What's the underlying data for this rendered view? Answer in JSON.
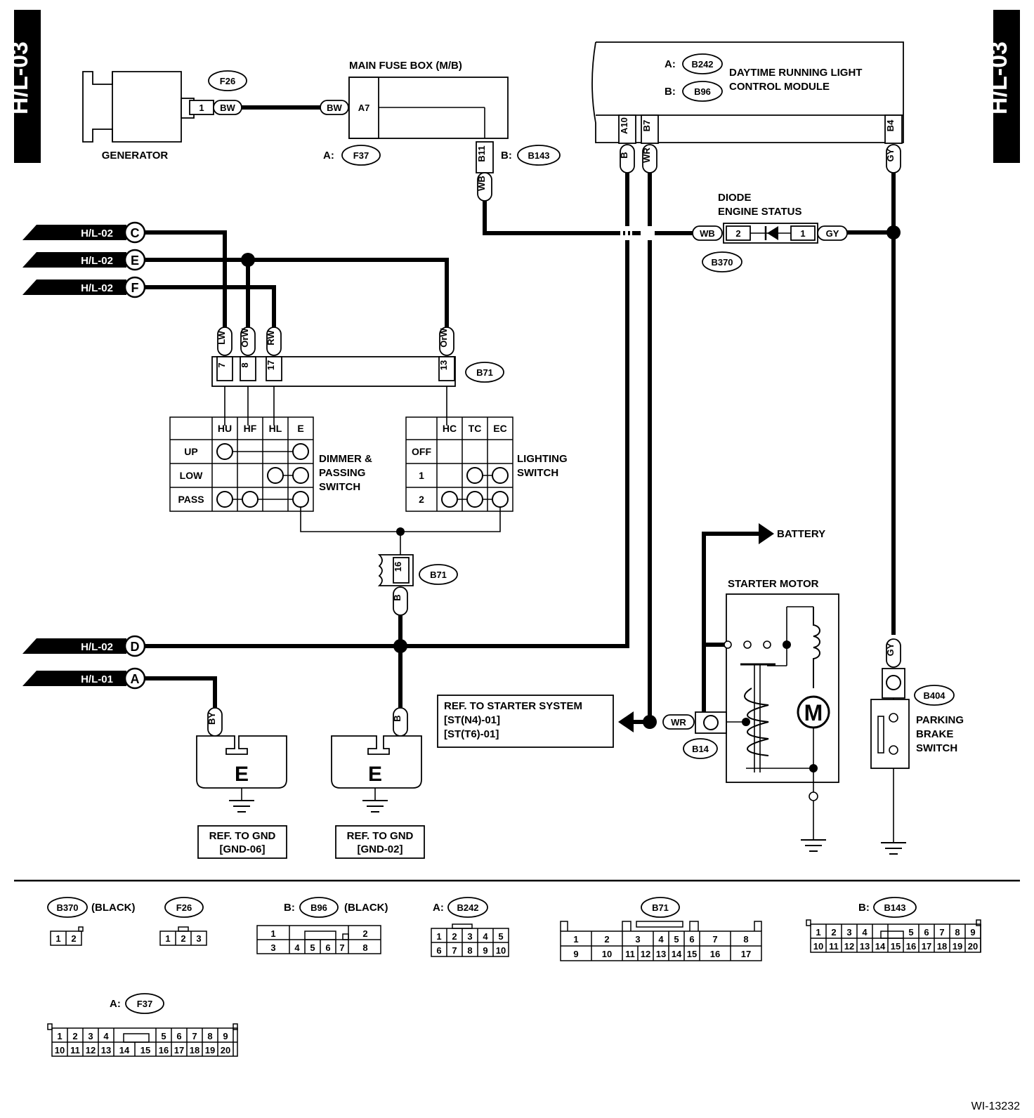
{
  "page_tag": "H/L-03",
  "figure_id": "WI-13232",
  "generator": {
    "label": "GENERATOR",
    "connector": "F26",
    "pin": "1",
    "wire": "BW"
  },
  "main_fuse_box": {
    "title": "MAIN FUSE BOX (M/B)",
    "wire_in": "BW",
    "pin": "A7",
    "a_prefix": "A:",
    "a_conn": "F37",
    "b_prefix": "B:",
    "b_conn": "B143",
    "b_pin": "B11",
    "wire_out": "WB"
  },
  "drl_module": {
    "title_line1": "DAYTIME RUNNING LIGHT",
    "title_line2": "CONTROL MODULE",
    "a_prefix": "A:",
    "a_conn": "B242",
    "b_prefix": "B:",
    "b_conn": "B96",
    "pins": [
      "A10",
      "B7",
      "B4"
    ],
    "wires": [
      "B",
      "WR",
      "GY"
    ]
  },
  "diode": {
    "line1": "DIODE",
    "line2": "ENGINE STATUS",
    "wire_left": "WB",
    "pin_left": "2",
    "pin_right": "1",
    "wire_right": "GY",
    "connector": "B370"
  },
  "refs": [
    {
      "tag": "H/L-02",
      "letter": "C"
    },
    {
      "tag": "H/L-02",
      "letter": "E"
    },
    {
      "tag": "H/L-02",
      "letter": "F"
    },
    {
      "tag": "H/L-02",
      "letter": "D"
    },
    {
      "tag": "H/L-01",
      "letter": "A"
    }
  ],
  "b71_top": {
    "connector": "B71",
    "wires": [
      "LW",
      "OrW",
      "RW",
      "OrW"
    ],
    "pins": [
      "7",
      "8",
      "17",
      "13"
    ]
  },
  "dimmer": {
    "cols": [
      "HU",
      "HF",
      "HL",
      "E"
    ],
    "rows": [
      "UP",
      "LOW",
      "PASS"
    ],
    "label_line1": "DIMMER &",
    "label_line2": "PASSING",
    "label_line3": "SWITCH"
  },
  "lighting": {
    "cols": [
      "HC",
      "TC",
      "EC"
    ],
    "rows": [
      "OFF",
      "1",
      "2"
    ],
    "label_line1": "LIGHTING",
    "label_line2": "SWITCH"
  },
  "b71_bottom": {
    "connector": "B71",
    "pin": "16",
    "wire": "B"
  },
  "grounds": [
    {
      "wire": "BY",
      "letter": "E",
      "ref_line1": "REF. TO GND",
      "ref_line2": "[GND-06]"
    },
    {
      "wire": "B",
      "letter": "E",
      "ref_line1": "REF. TO GND",
      "ref_line2": "[GND-02]"
    }
  ],
  "starter_ref": {
    "line1": "REF. TO STARTER SYSTEM",
    "line2": "[ST(N4)-01]",
    "line3": "[ST(T6)-01]"
  },
  "starter": {
    "title": "STARTER MOTOR",
    "battery": "BATTERY",
    "wire": "WR",
    "connector": "B14",
    "motor": "M"
  },
  "parking": {
    "wire": "GY",
    "connector": "B404",
    "line1": "PARKING",
    "line2": "BRAKE",
    "line3": "SWITCH"
  },
  "connectors": {
    "b370": {
      "name": "B370",
      "color": "(BLACK)",
      "pins": [
        "1",
        "2"
      ]
    },
    "f26": {
      "name": "F26",
      "pins": [
        "1",
        "2",
        "3"
      ]
    },
    "b96": {
      "prefix": "B:",
      "name": "B96",
      "color": "(BLACK)",
      "pins": [
        "1",
        "2",
        "3",
        "4",
        "5",
        "6",
        "7",
        "8"
      ]
    },
    "b242": {
      "prefix": "A:",
      "name": "B242",
      "pins": [
        "1",
        "2",
        "3",
        "4",
        "5",
        "6",
        "7",
        "8",
        "9",
        "10"
      ]
    },
    "b71": {
      "name": "B71",
      "pins": [
        "1",
        "2",
        "3",
        "4",
        "5",
        "6",
        "7",
        "8",
        "9",
        "10",
        "11",
        "12",
        "13",
        "14",
        "15",
        "16",
        "17"
      ]
    },
    "b143": {
      "prefix": "B:",
      "name": "B143",
      "pins": [
        "1",
        "2",
        "3",
        "4",
        "5",
        "6",
        "7",
        "8",
        "9",
        "10",
        "11",
        "12",
        "13",
        "14",
        "15",
        "16",
        "17",
        "18",
        "19",
        "20"
      ]
    },
    "f37": {
      "prefix": "A:",
      "name": "F37",
      "pins": [
        "1",
        "2",
        "3",
        "4",
        "5",
        "6",
        "7",
        "8",
        "9",
        "10",
        "11",
        "12",
        "13",
        "14",
        "15",
        "16",
        "17",
        "18",
        "19",
        "20"
      ]
    }
  }
}
